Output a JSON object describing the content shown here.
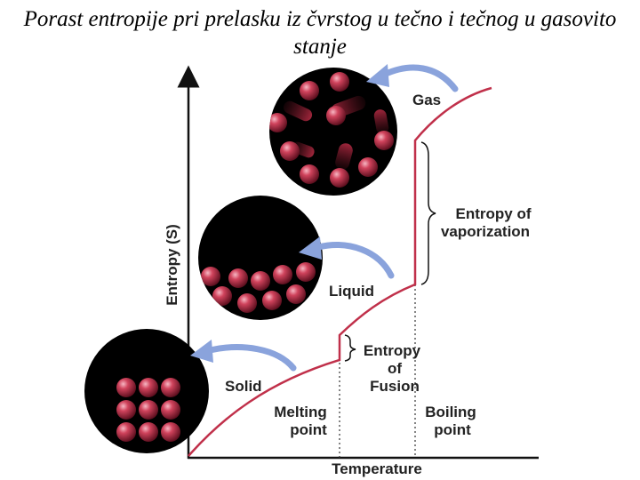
{
  "title": "Porast entropije pri prelasku iz čvrstog u tečno i tečnog u gasovito stanje",
  "axes": {
    "y_label": "Entropy (S)",
    "x_label": "Temperature"
  },
  "phases": {
    "gas": "Gas",
    "liquid": "Liquid",
    "solid": "Solid"
  },
  "transitions": {
    "vaporization": [
      "Entropy of",
      "vaporization"
    ],
    "fusion": [
      "Entropy",
      "of",
      "Fusion"
    ],
    "melting_point": [
      "Melting",
      "point"
    ],
    "boiling_point": [
      "Boiling",
      "point"
    ]
  },
  "colors": {
    "curve": "#c0304a",
    "arrow": "#7f9bd6",
    "sphere": "#c8344e",
    "circle_bg": "#000000"
  }
}
